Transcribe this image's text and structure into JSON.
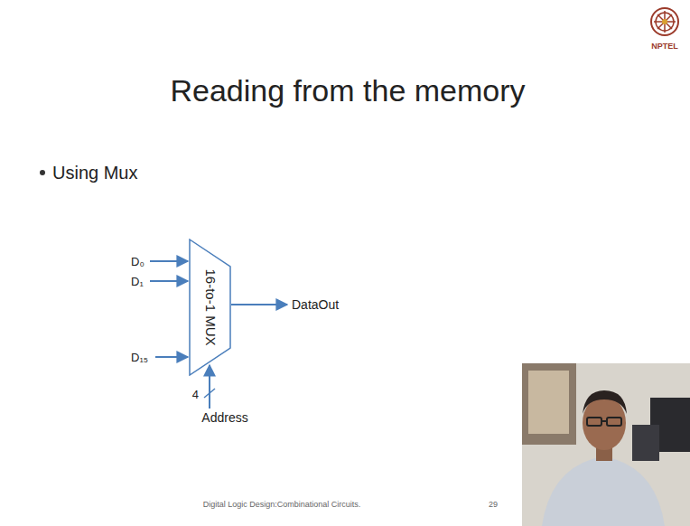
{
  "diagram": {
    "title": "Reading from the memory",
    "nodes": [
      {
        "text": [
          "16-to-1 MUX"
        ]
      }
    ],
    "labels": [
      "Using Mux",
      "D₀",
      "D₁",
      "D₁₅",
      "DataOut",
      "4",
      "Address",
      "Digital Logic Design:Combinational Circuits.",
      "29",
      "NPTEL"
    ]
  }
}
